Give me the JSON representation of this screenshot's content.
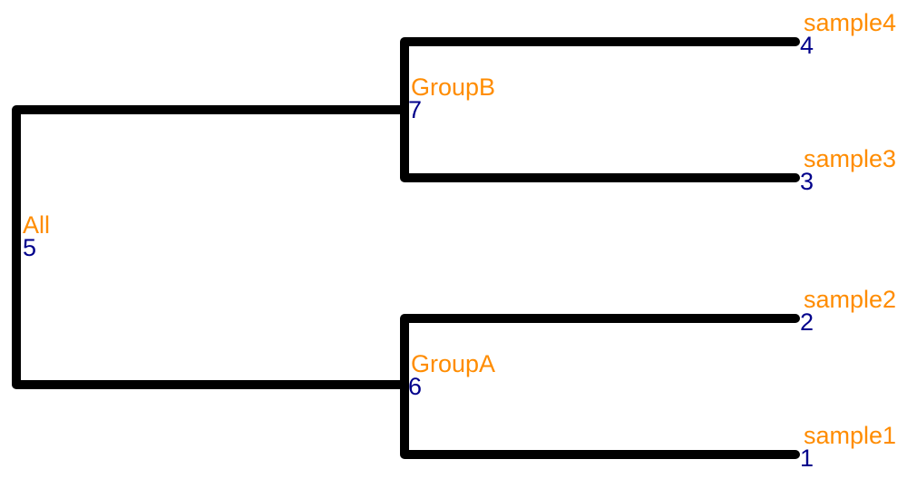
{
  "diagram": {
    "type": "phylogenetic-tree-dendrogram",
    "orientation": "left-to-right",
    "colors": {
      "branch": "#000000",
      "name_label": "#ff8c00",
      "node_id": "#00008b",
      "background": "#ffffff"
    },
    "nodes": {
      "root": {
        "label": "All",
        "id": "5"
      },
      "groupB": {
        "label": "GroupB",
        "id": "7"
      },
      "groupA": {
        "label": "GroupA",
        "id": "6"
      },
      "sample4": {
        "label": "sample4",
        "id": "4"
      },
      "sample3": {
        "label": "sample3",
        "id": "3"
      },
      "sample2": {
        "label": "sample2",
        "id": "2"
      },
      "sample1": {
        "label": "sample1",
        "id": "1"
      }
    },
    "topology": {
      "name": "All",
      "children": [
        {
          "name": "GroupB",
          "children": [
            {
              "name": "sample4"
            },
            {
              "name": "sample3"
            }
          ]
        },
        {
          "name": "GroupA",
          "children": [
            {
              "name": "sample2"
            },
            {
              "name": "sample1"
            }
          ]
        }
      ]
    }
  }
}
